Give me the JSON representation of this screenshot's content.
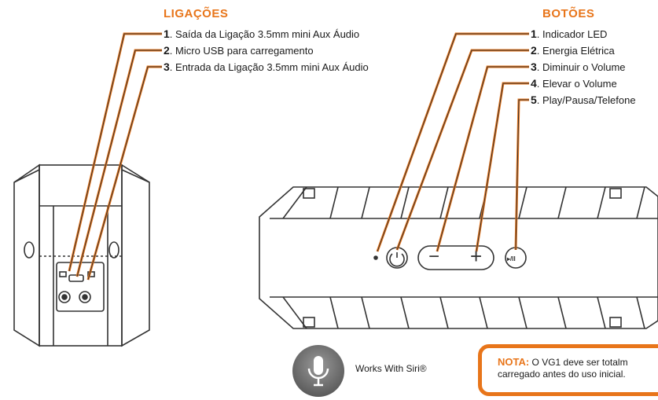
{
  "colors": {
    "accent": "#e8751a",
    "line": "#333333",
    "siri_bg": "#6e6e6e"
  },
  "connections": {
    "title": "LIGAÇÕES",
    "items": [
      {
        "num": "1",
        "text": ". Saída da Ligação 3.5mm mini Aux Áudio"
      },
      {
        "num": "2",
        "text": ". Micro USB para carregamento"
      },
      {
        "num": "3",
        "text": ". Entrada da Ligação 3.5mm mini Aux Áudio"
      }
    ]
  },
  "buttons": {
    "title": "BOTÕES",
    "items": [
      {
        "num": "1",
        "text": ". Indicador LED"
      },
      {
        "num": "2",
        "text": ". Energia Elétrica"
      },
      {
        "num": "3",
        "text": ". Diminuir o Volume"
      },
      {
        "num": "4",
        "text": ". Elevar o Volume"
      },
      {
        "num": "5",
        "text": ". Play/Pausa/Telefone"
      }
    ]
  },
  "speaker_buttons": {
    "minus": "−",
    "plus": "+",
    "play": "▸/II"
  },
  "siri": {
    "icon": "microphone-icon",
    "label": "Works With Siri®"
  },
  "note": {
    "label": "NOTA:",
    "line1": " O VG1 deve ser totalm",
    "line2": "carregado antes do uso inicial."
  }
}
